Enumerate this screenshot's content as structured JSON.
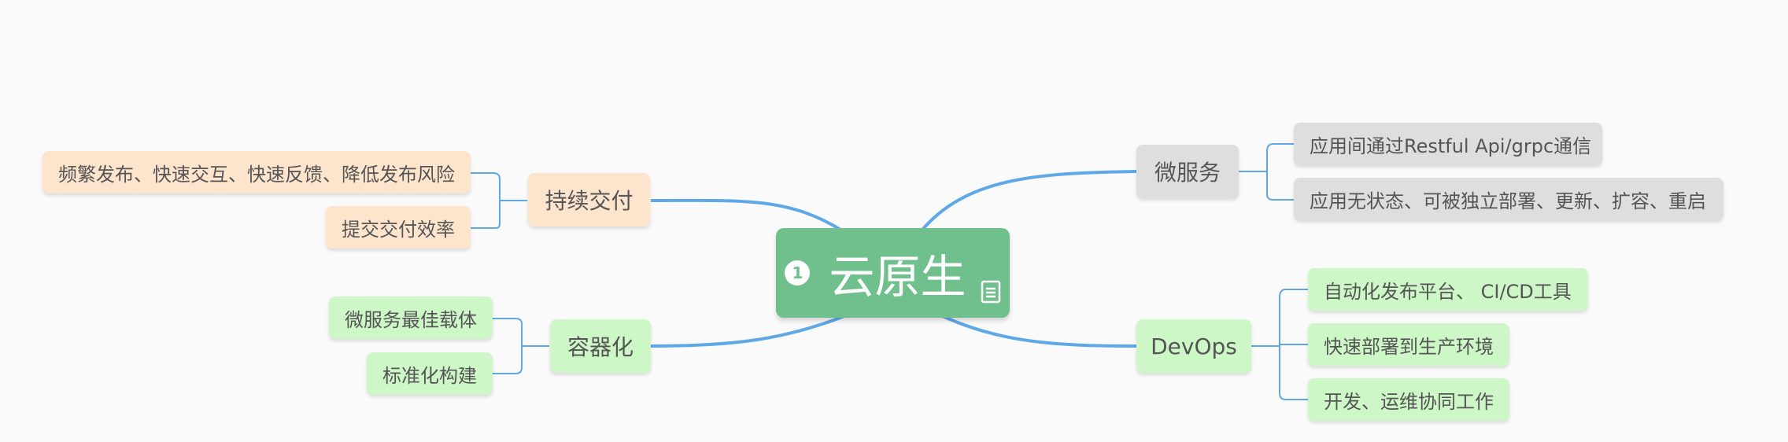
{
  "mindmap": {
    "root": {
      "number": "1",
      "label": "云原生",
      "note_icon": "note-icon"
    },
    "branches": [
      {
        "label": "持续交付",
        "side": "left",
        "color": "#fde5cd",
        "children": [
          "频繁发布、快速交互、快速反馈、降低发布风险",
          "提交交付效率"
        ]
      },
      {
        "label": "容器化",
        "side": "left",
        "color": "#cdf7c6",
        "children": [
          "微服务最佳载体",
          "标准化构建"
        ]
      },
      {
        "label": "微服务",
        "side": "right",
        "color": "#dedede",
        "children": [
          "应用间通过Restful Api/grpc通信",
          "应用无状态、可被独立部署、更新、扩容、重启"
        ]
      },
      {
        "label": "DevOps",
        "side": "right",
        "color": "#cdf7c6",
        "children": [
          "自动化发布平台、 CI/CD工具",
          "快速部署到生产环境",
          "开发、运维协同工作"
        ]
      }
    ],
    "colors": {
      "root": "#6fc08d",
      "connector": "#5fa8e8"
    }
  }
}
